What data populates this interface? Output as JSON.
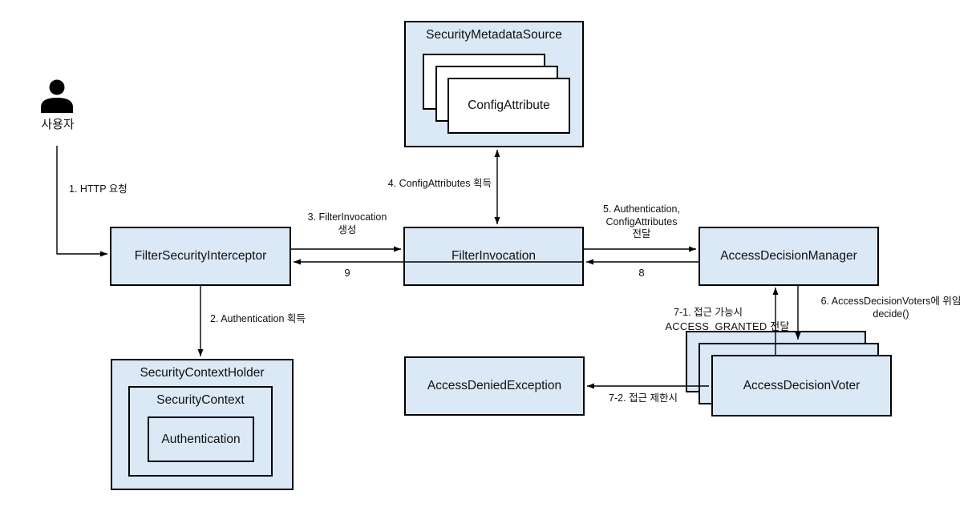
{
  "diagram": {
    "actor": {
      "label": "사용자"
    },
    "boxes": {
      "security_metadata_source": {
        "label": "SecurityMetadataSource"
      },
      "config_attribute": {
        "label": "ConfigAttribute"
      },
      "filter_security_interceptor": {
        "label": "FilterSecurityInterceptor"
      },
      "filter_invocation": {
        "label": "FilterInvocation"
      },
      "access_decision_manager": {
        "label": "AccessDecisionManager"
      },
      "security_context_holder": {
        "label": "SecurityContextHolder"
      },
      "security_context": {
        "label": "SecurityContext"
      },
      "authentication": {
        "label": "Authentication"
      },
      "access_denied_exception": {
        "label": "AccessDeniedException"
      },
      "access_decision_voter": {
        "label": "AccessDecisionVoter"
      }
    },
    "arrows": {
      "step1": {
        "label": "1. HTTP 요청"
      },
      "step2": {
        "label": "2. Authentication 획득"
      },
      "step3": {
        "line1": "3. FilterInvocation",
        "line2": "생성"
      },
      "step4": {
        "label": "4. ConfigAttributes 획득"
      },
      "step5": {
        "line1": "5. Authentication,",
        "line2": "ConfigAttributes",
        "line3": "전달"
      },
      "step6": {
        "line1": "6. AccessDecisionVoters에 위임",
        "line2": "decide()"
      },
      "step7_1": {
        "line1": "7-1. 접근 가능시",
        "line2": "ACCESS_GRANTED 전달"
      },
      "step7_2": {
        "label": "7-2. 접근 제한시"
      },
      "step8": {
        "label": "8"
      },
      "step9": {
        "label": "9"
      }
    },
    "colors": {
      "box_fill": "#dbe8f6",
      "box_border": "#000000",
      "stack_fill": "#ffffff",
      "arrow": "#000000",
      "text": "#111111"
    }
  }
}
